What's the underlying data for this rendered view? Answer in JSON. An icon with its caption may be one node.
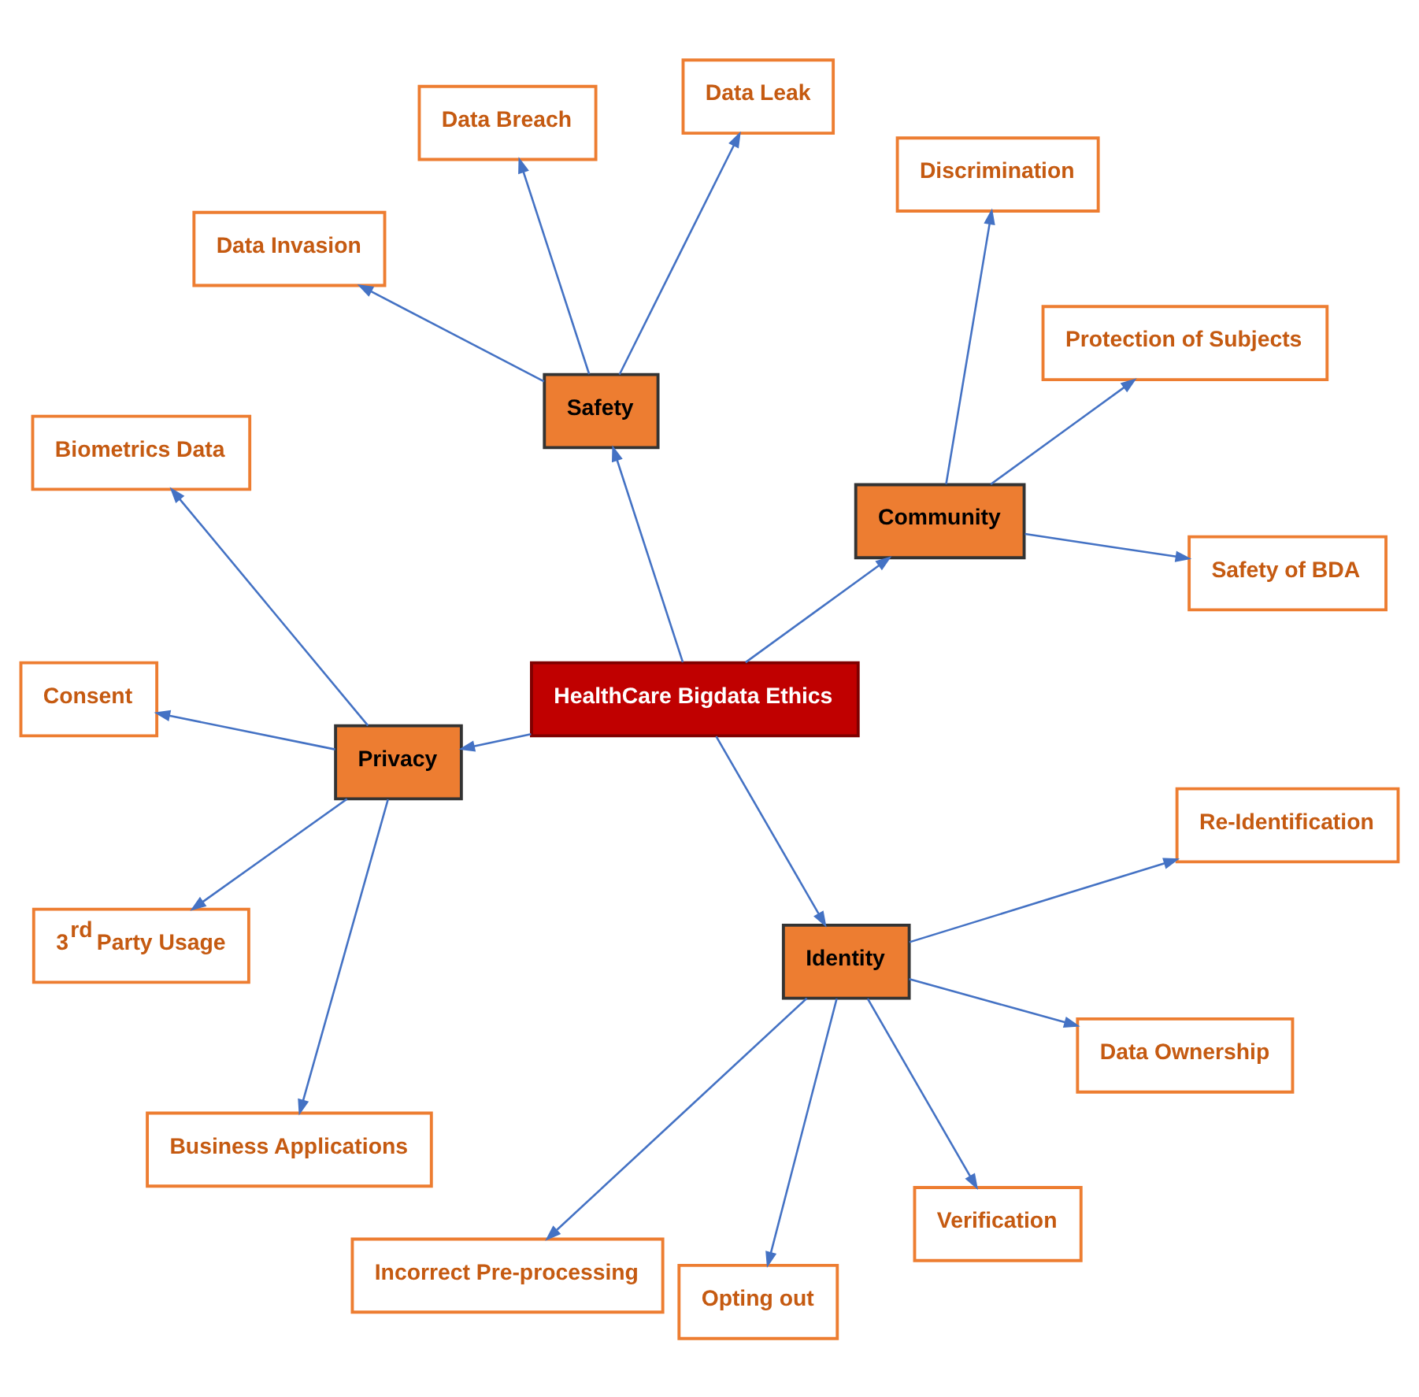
{
  "diagram": {
    "nodes": [
      {
        "text": [
          "HealthCare Bigdata Ethics"
        ]
      },
      {
        "text": [
          "Community"
        ]
      },
      {
        "text": [
          "Safety of BDA"
        ]
      },
      {
        "text": [
          "Protection of Subjects"
        ]
      },
      {
        "text": [
          "Discrimination"
        ]
      },
      {
        "text": [
          "Safety"
        ]
      },
      {
        "text": [
          "Data Leak"
        ]
      },
      {
        "text": [
          "Data Breach"
        ]
      },
      {
        "text": [
          "Data Invasion"
        ]
      },
      {
        "text": [
          "Privacy"
        ]
      },
      {
        "text": [
          "Biometrics Data"
        ]
      },
      {
        "text": [
          "Consent"
        ]
      },
      {
        "text": [
          "3$^{rd}$ Party Usage"
        ]
      },
      {
        "text": [
          "Business Applications"
        ]
      },
      {
        "text": [
          "Identity"
        ]
      },
      {
        "text": [
          "Incorrect Pre-processing"
        ]
      },
      {
        "text": [
          "Opting out"
        ]
      },
      {
        "text": [
          "Verification"
        ]
      },
      {
        "text": [
          "Data Ownership"
        ]
      },
      {
        "text": [
          "Re-Identification"
        ]
      }
    ],
    "edges": [
      {
        "from": 0,
        "to": 1,
        "arrow": "to"
      },
      {
        "from": 1,
        "to": 2,
        "arrow": "to"
      },
      {
        "from": 1,
        "to": 3,
        "arrow": "to"
      },
      {
        "from": 1,
        "to": 4,
        "arrow": "to"
      },
      {
        "from": 0,
        "to": 5,
        "arrow": "to"
      },
      {
        "from": 5,
        "to": 6,
        "arrow": "to"
      },
      {
        "from": 5,
        "to": 7,
        "arrow": "to"
      },
      {
        "from": 5,
        "to": 8,
        "arrow": "to"
      },
      {
        "from": 0,
        "to": 9,
        "arrow": "to"
      },
      {
        "from": 9,
        "to": 10,
        "arrow": "to"
      },
      {
        "from": 9,
        "to": 11,
        "arrow": "to"
      },
      {
        "from": 9,
        "to": 12,
        "arrow": "to"
      },
      {
        "from": 9,
        "to": 13,
        "arrow": "to"
      },
      {
        "from": 0,
        "to": 14,
        "arrow": "to"
      },
      {
        "from": 14,
        "to": 15,
        "arrow": "to"
      },
      {
        "from": 14,
        "to": 16,
        "arrow": "to"
      },
      {
        "from": 14,
        "to": 17,
        "arrow": "to"
      },
      {
        "from": 14,
        "to": 18,
        "arrow": "to"
      },
      {
        "from": 14,
        "to": 19,
        "arrow": "to"
      }
    ]
  }
}
